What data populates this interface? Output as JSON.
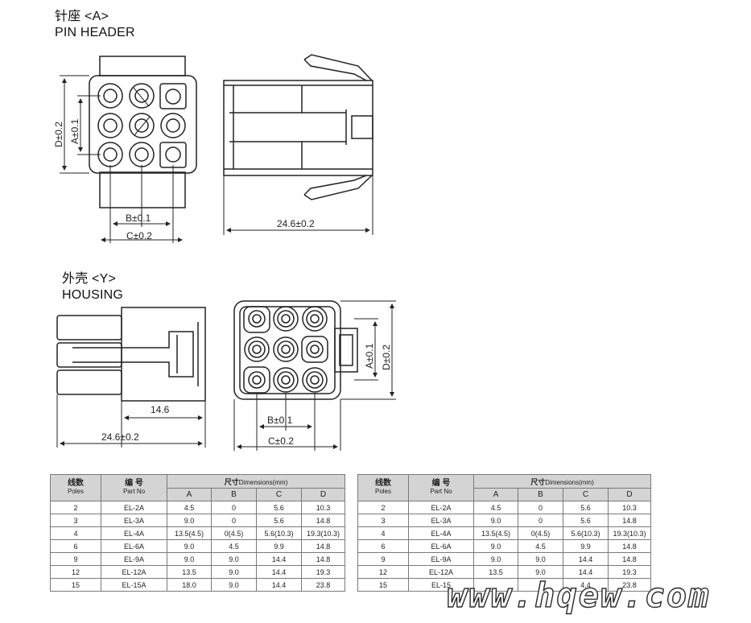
{
  "header_section": {
    "title_cn": "针座 <A>",
    "title_en": "PIN HEADER",
    "dims": {
      "d": "D±0.2",
      "a": "A±0.1",
      "b": "B±0.1",
      "c": "C±0.2",
      "length": "24.6±0.2"
    }
  },
  "housing_section": {
    "title_cn": "外壳 <Y>",
    "title_en": "HOUSING",
    "dims": {
      "inner": "14.6",
      "length": "24.6±0.2",
      "a": "A±0.1",
      "d": "D±0.2",
      "b": "B±0.1",
      "c": "C±0.2"
    }
  },
  "spec_table": {
    "headers": {
      "poles_cn": "线数",
      "poles_en": "Poles",
      "part_cn": "编 号",
      "part_en": "Part No",
      "dims_cn": "尺寸",
      "dims_en": "Dimensions(mm)",
      "cols": [
        "A",
        "B",
        "C",
        "D"
      ]
    },
    "rows": [
      [
        "2",
        "EL-2A",
        "4.5",
        "0",
        "5.6",
        "10.3"
      ],
      [
        "3",
        "EL-3A",
        "9.0",
        "0",
        "5.6",
        "14.8"
      ],
      [
        "4",
        "EL-4A",
        "13.5(4.5)",
        "0(4.5)",
        "5.6(10.3)",
        "19.3(10.3)"
      ],
      [
        "6",
        "EL-6A",
        "9.0",
        "4.5",
        "9.9",
        "14.8"
      ],
      [
        "9",
        "EL-9A",
        "9.0",
        "9.0",
        "14.4",
        "14.8"
      ],
      [
        "12",
        "EL-12A",
        "13.5",
        "9.0",
        "14.4",
        "19.3"
      ],
      [
        "15",
        "EL-15A",
        "18.0",
        "9.0",
        "14.4",
        "23.8"
      ]
    ],
    "rows_right": [
      [
        "2",
        "EL-2A",
        "4.5",
        "0",
        "5.6",
        "10.3"
      ],
      [
        "3",
        "EL-3A",
        "9.0",
        "0",
        "5.6",
        "14.8"
      ],
      [
        "4",
        "EL-4A",
        "13.5(4.5)",
        "0(4.5)",
        "5.6(10.3)",
        "19.3(10.3)"
      ],
      [
        "6",
        "EL-6A",
        "9.0",
        "4.5",
        "9.9",
        "14.8"
      ],
      [
        "9",
        "EL-9A",
        "9.0",
        "9.0",
        "14.4",
        "14.8"
      ],
      [
        "12",
        "EL-12A",
        "13.5",
        "9.0",
        "14.4",
        "19.3"
      ],
      [
        "15",
        "EL-15",
        "",
        "",
        "4.4",
        "23.8"
      ]
    ]
  },
  "watermark": "www.hqew.com"
}
